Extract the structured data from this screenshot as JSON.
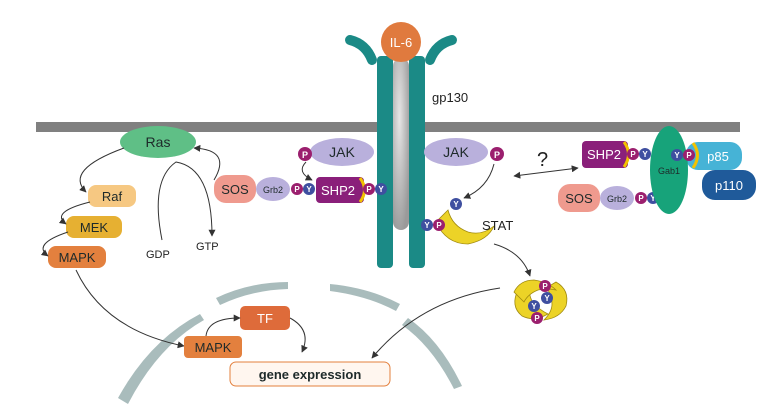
{
  "title": "",
  "colors": {
    "membrane": "#808080",
    "receptor": "#1b8a86",
    "receptor_core": "#b8b8b8",
    "il6": "#e07a3e",
    "jak": "#b9b0dc",
    "sos": "#ef9a8e",
    "grb2": "#b9b0dc",
    "shp2": "#8a1f7a",
    "phospho": "#9b1f6e",
    "tyrosine": "#3f4fa0",
    "stat": "#ecd327",
    "ras": "#5fbf86",
    "raf": "#f6c882",
    "mek": "#e6b032",
    "mapk": "#e3803e",
    "tf": "#de6b3a",
    "gab1": "#17a37a",
    "p85": "#46b3d6",
    "p110": "#1f5a9a",
    "nucleus": "#a9bcbc"
  },
  "labels": {
    "il6": "IL-6",
    "gp130": "gp130",
    "jak_left": "JAK",
    "jak_right": "JAK",
    "sos_left": "SOS",
    "grb2_left": "Grb2",
    "shp2_left": "SHP2",
    "p": "P",
    "y": "Y",
    "stat": "STAT",
    "question": "?",
    "shp2_right": "SHP2",
    "gab1": "Gab1",
    "p85": "p85",
    "p110": "p110",
    "sos_right": "SOS",
    "grb2_right": "Grb2",
    "ras": "Ras",
    "raf": "Raf",
    "mek": "MEK",
    "mapk_left": "MAPK",
    "gdp": "GDP",
    "gtp": "GTP",
    "tf": "TF",
    "mapk_nuclear": "MAPK",
    "gene_expression": "gene expression"
  }
}
